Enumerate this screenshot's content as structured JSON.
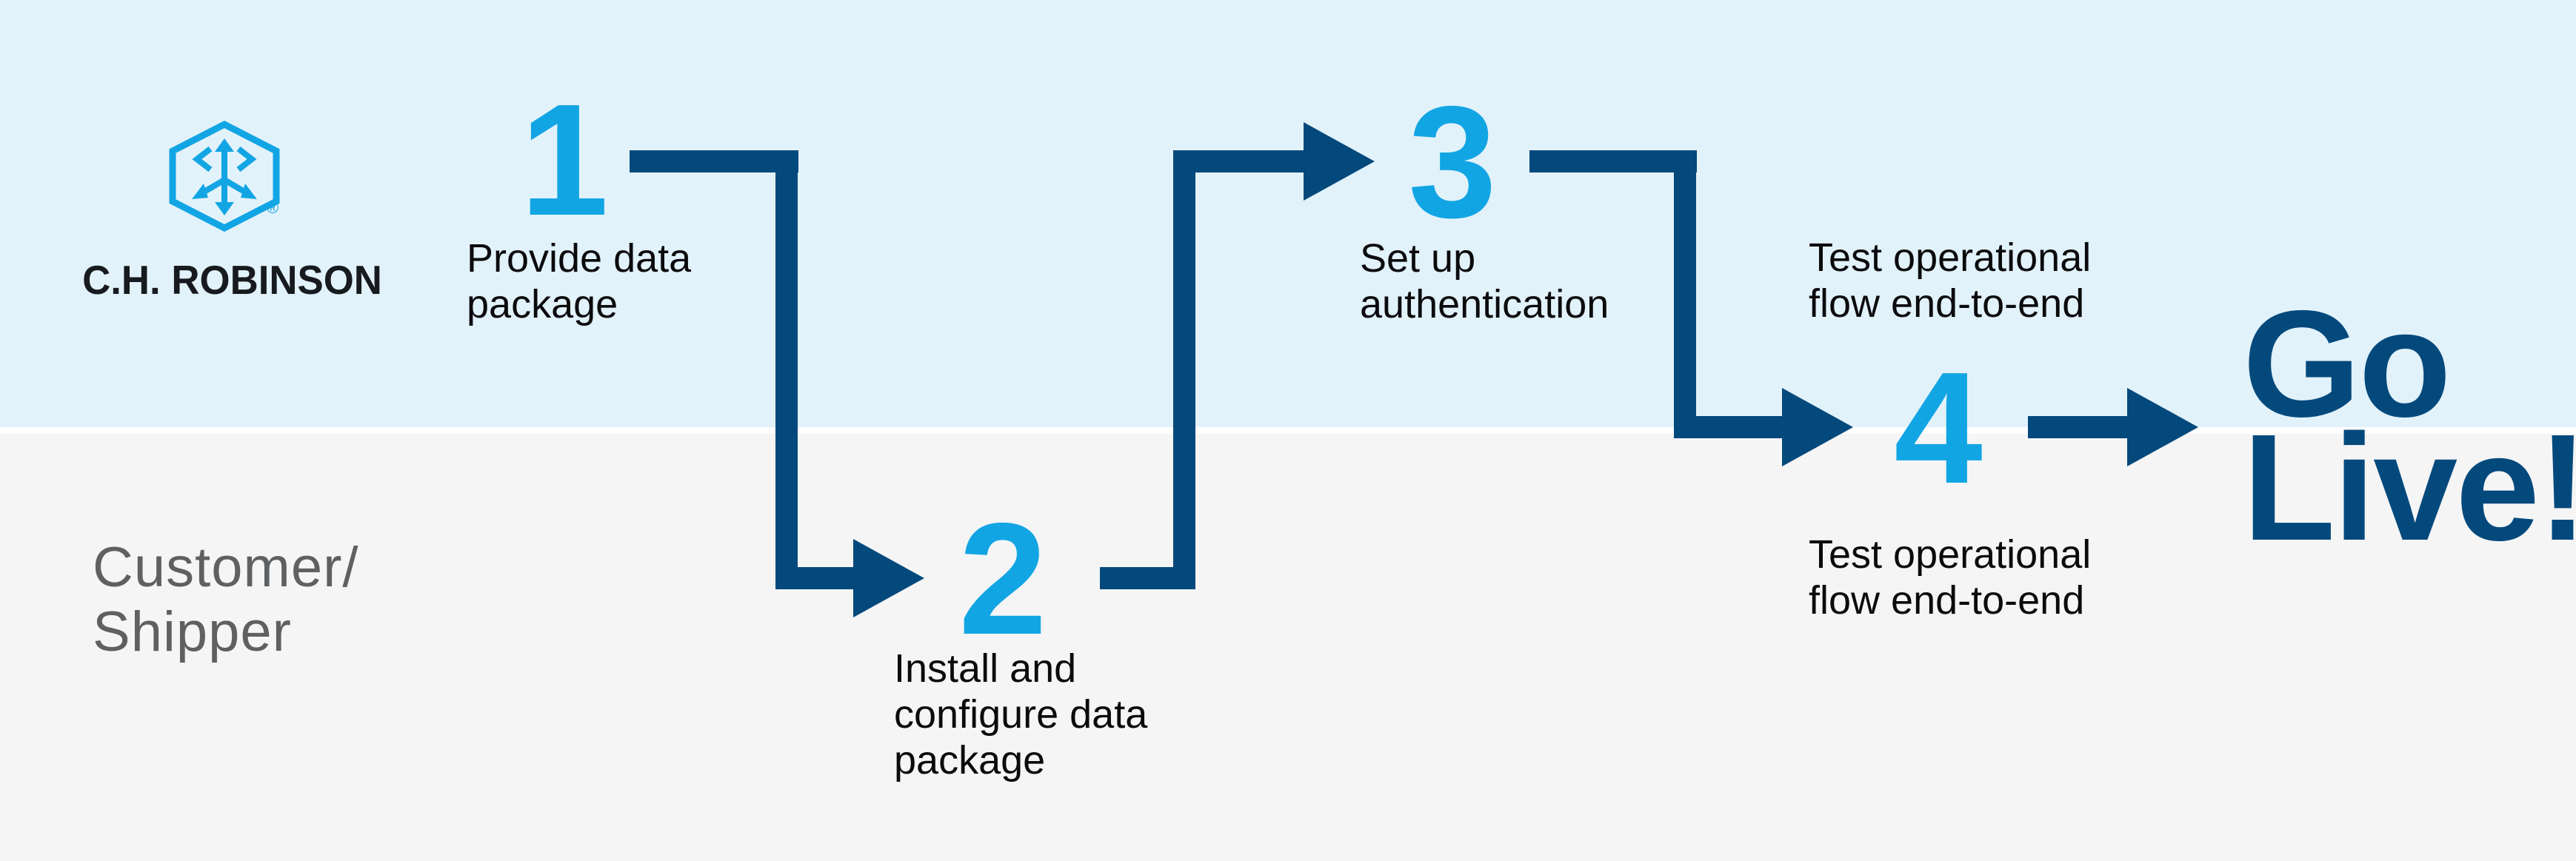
{
  "colors": {
    "band_top": "#e2f2fa",
    "band_bottom": "#f5f5f6",
    "divider": "#ffffff",
    "navy": "#04497c",
    "cyan": "#12a5e4",
    "ink": "#0b0b0d",
    "gray_text": "#5e6062",
    "wordmark_ink": "#171a1e"
  },
  "brand": {
    "logo_icon": "ch-robinson-hexagon-arrows",
    "wordmark": "C.H. ROBINSON",
    "registered": "®"
  },
  "lanes": {
    "top_owner": "C.H. Robinson",
    "bottom_label_lines": [
      "Customer/",
      "Shipper"
    ]
  },
  "steps": [
    {
      "number": "1",
      "label_lines": [
        "Provide data",
        "package"
      ]
    },
    {
      "number": "2",
      "label_lines": [
        "Install and",
        "configure data",
        "package"
      ]
    },
    {
      "number": "3",
      "label_lines": [
        "Set up",
        "authentication"
      ]
    },
    {
      "number": "4",
      "label_above_lines": [
        "Test operational",
        "flow end-to-end"
      ],
      "label_below_lines": [
        "Test operational",
        "flow end-to-end"
      ]
    }
  ],
  "outcome": {
    "lines": [
      "Go",
      "Live!"
    ]
  }
}
